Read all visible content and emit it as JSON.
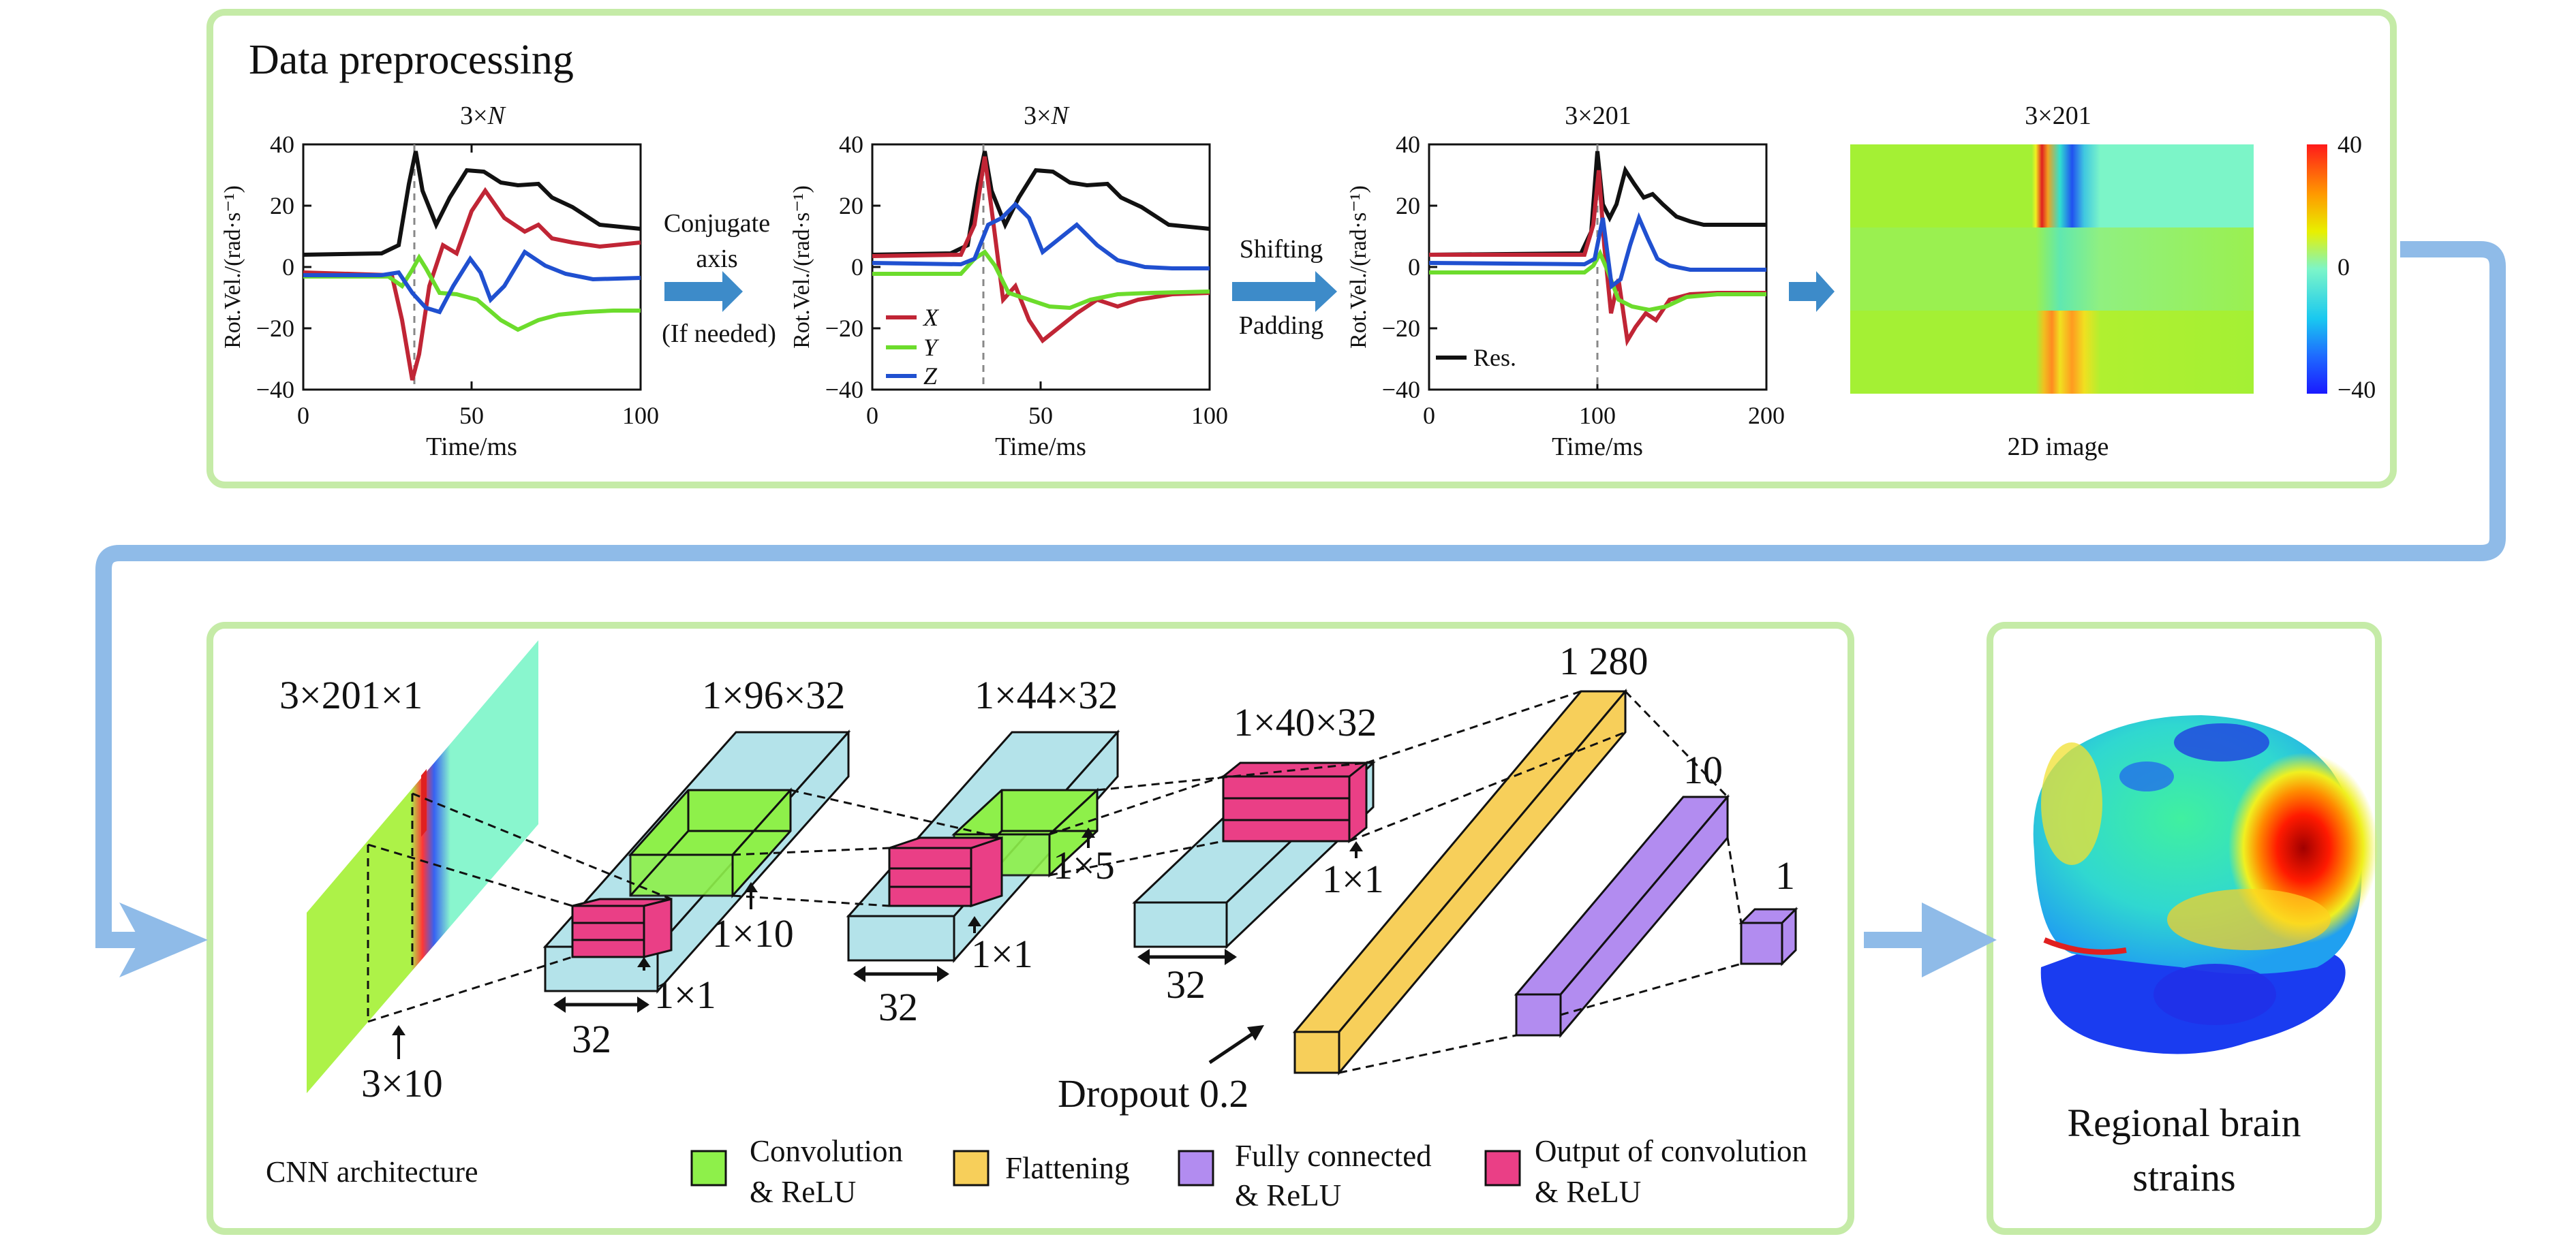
{
  "colors": {
    "panel_border": "#c5eba7",
    "flow_arrow": "#8fbbe8",
    "small_arrow": "#3d8bc9",
    "conv_green": "#8ef04a",
    "flatten_yellow": "#f7cf5a",
    "fc_purple": "#b28cf0",
    "output_pink": "#ea3f86",
    "block_cyan": "#b4e3ea",
    "series_x": "#c02535",
    "series_y": "#6cdc2c",
    "series_z": "#2050d0",
    "series_res": "#111111"
  },
  "preprocessing": {
    "title": "Data preprocessing",
    "plot1": {
      "title_prefix": "3×",
      "title_var": "N",
      "xlabel": "Time/ms",
      "ylabel": "Rot.Vel./(rad·s⁻¹)",
      "xticks": [
        "0",
        "50",
        "100"
      ],
      "yticks": [
        "40",
        "20",
        "0",
        "−20",
        "−40"
      ]
    },
    "arrow1": {
      "line1": "Conjugate",
      "line2": "axis",
      "line3": "(If needed)"
    },
    "plot2": {
      "title_prefix": "3×",
      "title_var": "N",
      "xlabel": "Time/ms",
      "ylabel": "Rot.Vel./(rad·s⁻¹)",
      "xticks": [
        "0",
        "50",
        "100"
      ],
      "yticks": [
        "40",
        "20",
        "0",
        "−20",
        "−40"
      ],
      "legend": [
        "X",
        "Y",
        "Z"
      ]
    },
    "arrow2": {
      "line1": "Shifting",
      "line2": "Padding"
    },
    "plot3": {
      "title": "3×201",
      "xlabel": "Time/ms",
      "ylabel": "Rot.Vel./(rad·s⁻¹)",
      "xticks": [
        "0",
        "100",
        "200"
      ],
      "yticks": [
        "40",
        "20",
        "0",
        "−20",
        "−40"
      ],
      "legend": [
        "Res."
      ]
    },
    "image": {
      "title": "3×201",
      "caption": "2D image",
      "colorbar_ticks": [
        "40",
        "0",
        "−40"
      ]
    }
  },
  "cnn": {
    "caption": "CNN architecture",
    "input_label": "3×201×1",
    "kernel_label_1": "3×10",
    "layer1": {
      "label": "1×96×32",
      "kernel": "1×10",
      "pool": "1×1",
      "width": "32"
    },
    "layer2": {
      "label": "1×44×32",
      "kernel": "1×5",
      "pool": "1×1",
      "width": "32"
    },
    "layer3": {
      "label": "1×40×32",
      "pool": "1×1",
      "width": "32"
    },
    "dropout": "Dropout 0.2",
    "flatten_label": "1 280",
    "fc_label": "10",
    "out_label": "1"
  },
  "legend": [
    {
      "line1": "Convolution",
      "line2": "& ReLU"
    },
    {
      "line1": "Flattening",
      "line2": ""
    },
    {
      "line1": "Fully connected",
      "line2": "& ReLU"
    },
    {
      "line1": "Output of convolution",
      "line2": "& ReLU"
    }
  ],
  "brain": {
    "line1": "Regional brain",
    "line2": "strains"
  }
}
